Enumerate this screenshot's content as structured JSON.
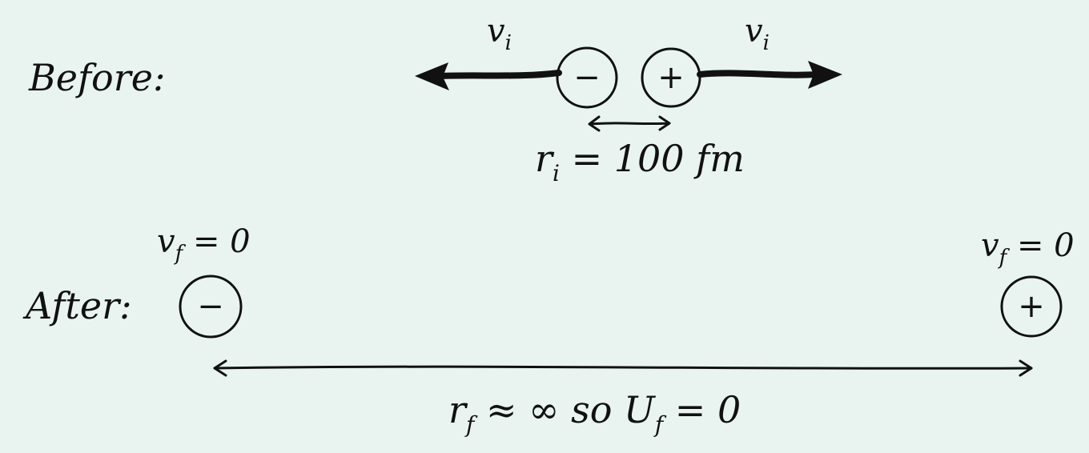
{
  "before": {
    "label": "Before:",
    "velocity_left": "v",
    "velocity_left_sub": "i",
    "velocity_right": "v",
    "velocity_right_sub": "i",
    "negative_sign": "−",
    "positive_sign": "+",
    "separation_var": "r",
    "separation_sub": "i",
    "separation_rest": " = 100 fm"
  },
  "after": {
    "label": "After:",
    "vel_left_var": "v",
    "vel_left_sub": "f",
    "vel_left_rest": " = 0",
    "vel_right_var": "v",
    "vel_right_sub": "f",
    "vel_right_rest": " = 0",
    "negative_sign": "−",
    "positive_sign": "+",
    "distance_var": "r",
    "distance_sub": "f",
    "distance_approx": " ≈ ∞ so ",
    "energy_var": "U",
    "energy_sub": "f",
    "energy_rest": " = 0"
  }
}
